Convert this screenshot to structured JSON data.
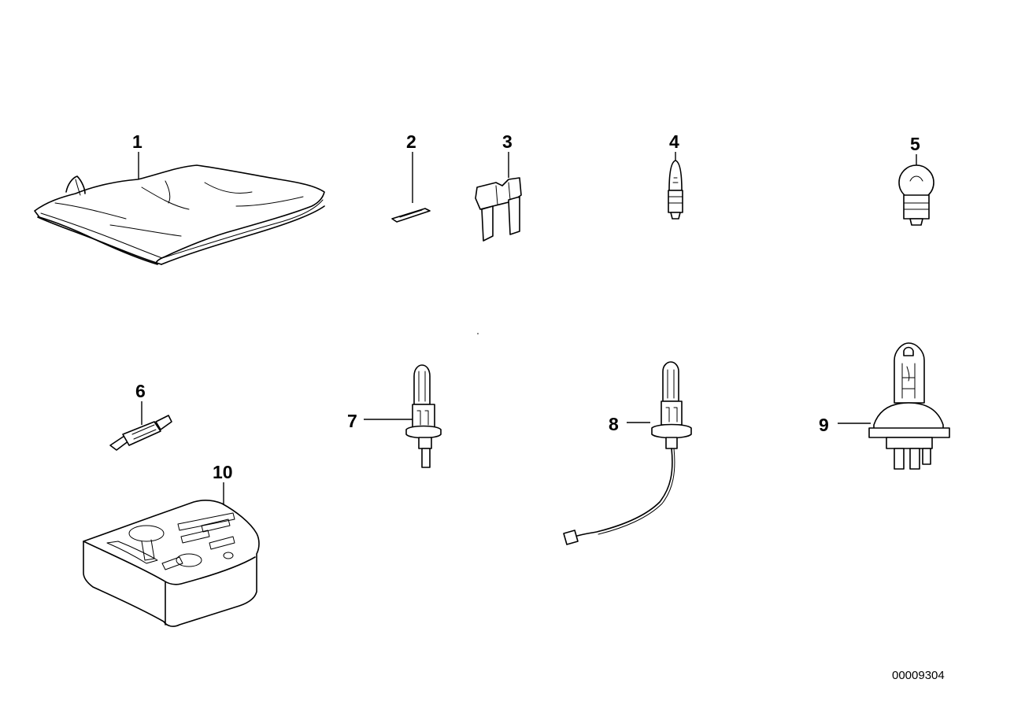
{
  "parts": [
    {
      "number": "1",
      "icon": "cloth-bag-icon"
    },
    {
      "number": "2",
      "icon": "blade-fuse-icon"
    },
    {
      "number": "3",
      "icon": "fuse-clip-icon"
    },
    {
      "number": "4",
      "icon": "small-bulb-icon"
    },
    {
      "number": "5",
      "icon": "round-bulb-icon"
    },
    {
      "number": "6",
      "icon": "festoon-bulb-icon"
    },
    {
      "number": "7",
      "icon": "h1-bulb-icon"
    },
    {
      "number": "8",
      "icon": "h3-bulb-with-wire-icon"
    },
    {
      "number": "9",
      "icon": "h4-bulb-icon"
    },
    {
      "number": "10",
      "icon": "storage-box-icon"
    }
  ],
  "document_number": "00009304"
}
